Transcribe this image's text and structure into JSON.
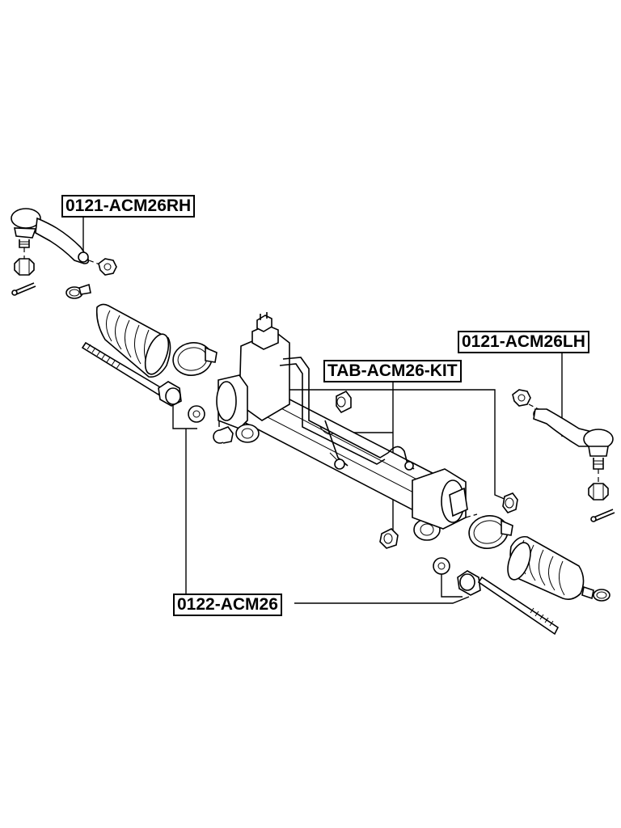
{
  "labels": {
    "tie_rod_end_rh": "0121-ACM26RH",
    "tie_rod_end_lh": "0121-ACM26LH",
    "bushing_kit": "TAB-ACM26-KIT",
    "inner_tie_rod": "0122-ACM26"
  }
}
